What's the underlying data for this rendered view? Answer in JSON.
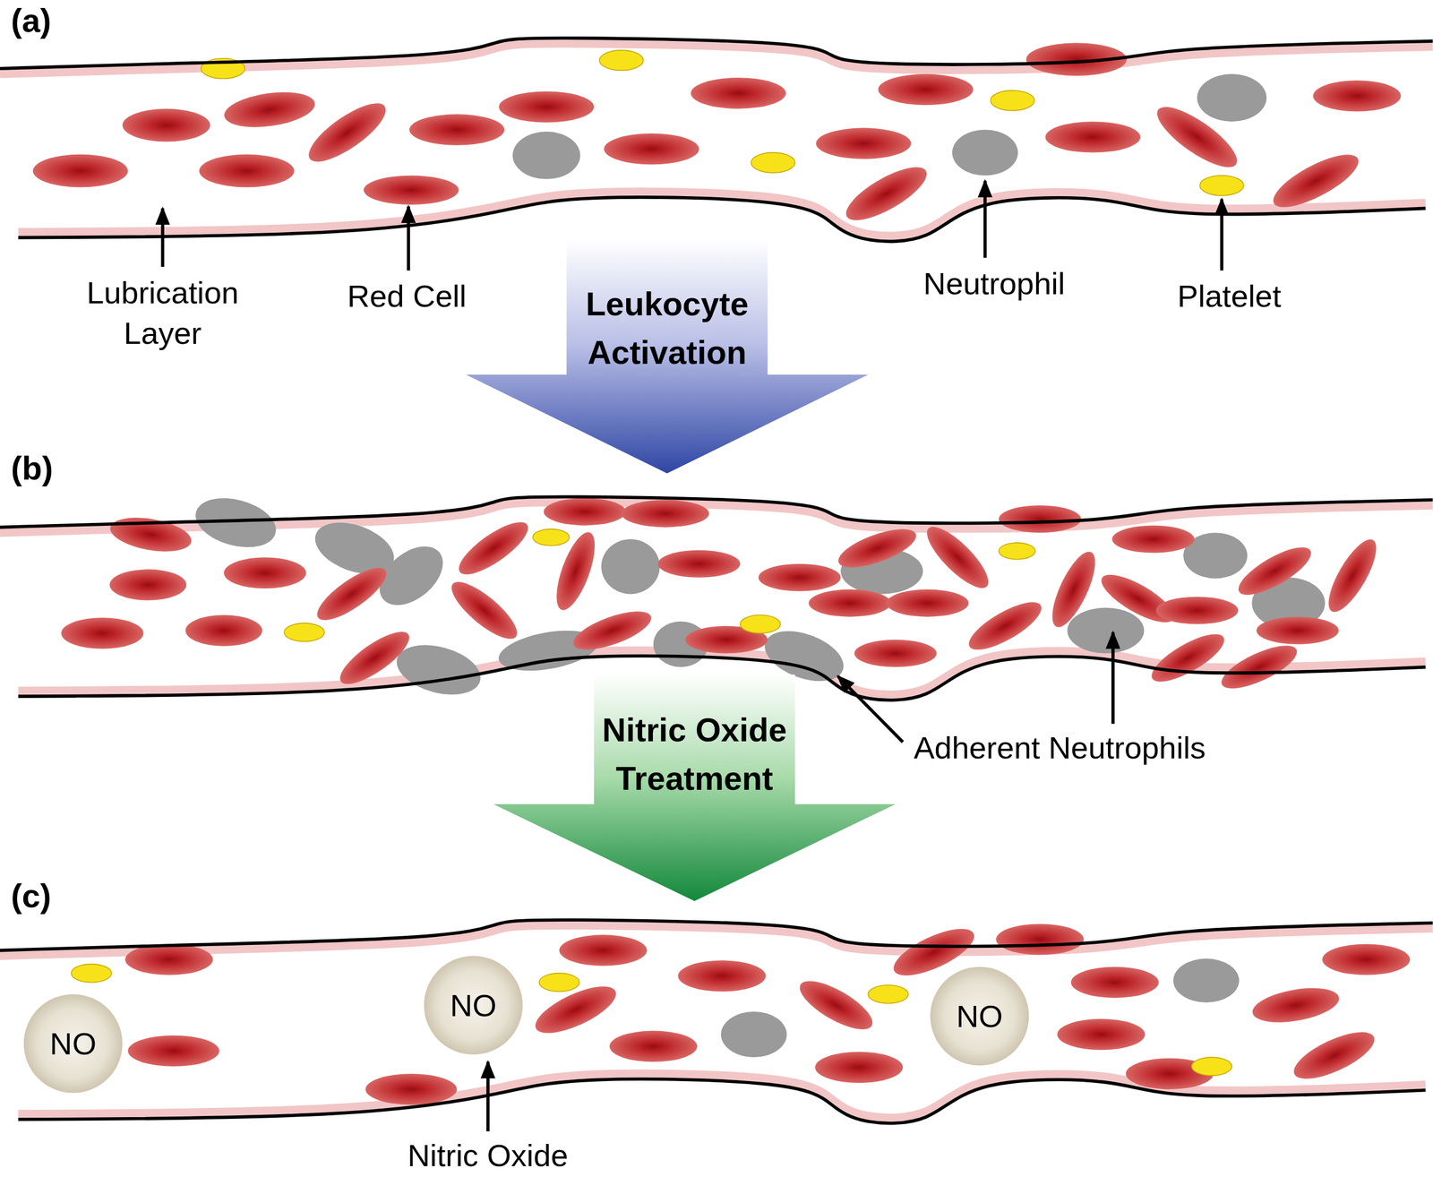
{
  "diagram": {
    "nodes": [
      {
        "text": [
          "Leukocyte Activation"
        ]
      },
      {
        "text": [
          "Nitric Oxide Treatment"
        ]
      },
      {
        "text": [
          "NO"
        ]
      },
      {
        "text": [
          "NO"
        ]
      },
      {
        "text": [
          "NO"
        ]
      }
    ],
    "labels": [
      "(a)",
      "Lubrication Layer",
      "Red Cell",
      "Neutrophil",
      "Platelet",
      "(b)",
      "Adherent Neutrophils",
      "(c)",
      "Nitric Oxide"
    ]
  }
}
